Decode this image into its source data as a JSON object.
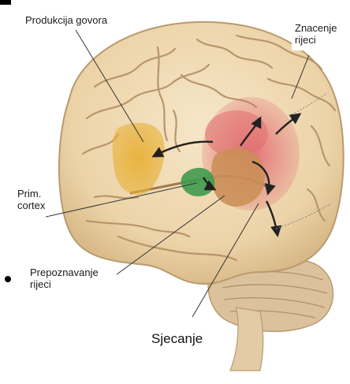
{
  "labels": {
    "speech_production": "Produkcija govora",
    "meaning_of_words": "Znacenje\nrijeci",
    "primary_cortex": "Prim.\ncortex",
    "word_recognition": "Prepoznavanje\nrijeci",
    "memory": "Sjecanje"
  },
  "colors": {
    "brain": "#f0dcb8",
    "brain_shadow": "#d9bf91",
    "speech_area": "#e8b94a",
    "meaning_area": "#e47a7a",
    "recognition_area": "#c98f55",
    "primary_area": "#3f9a4f",
    "cerebellum": "#d8c09a",
    "arrow": "#222222"
  }
}
